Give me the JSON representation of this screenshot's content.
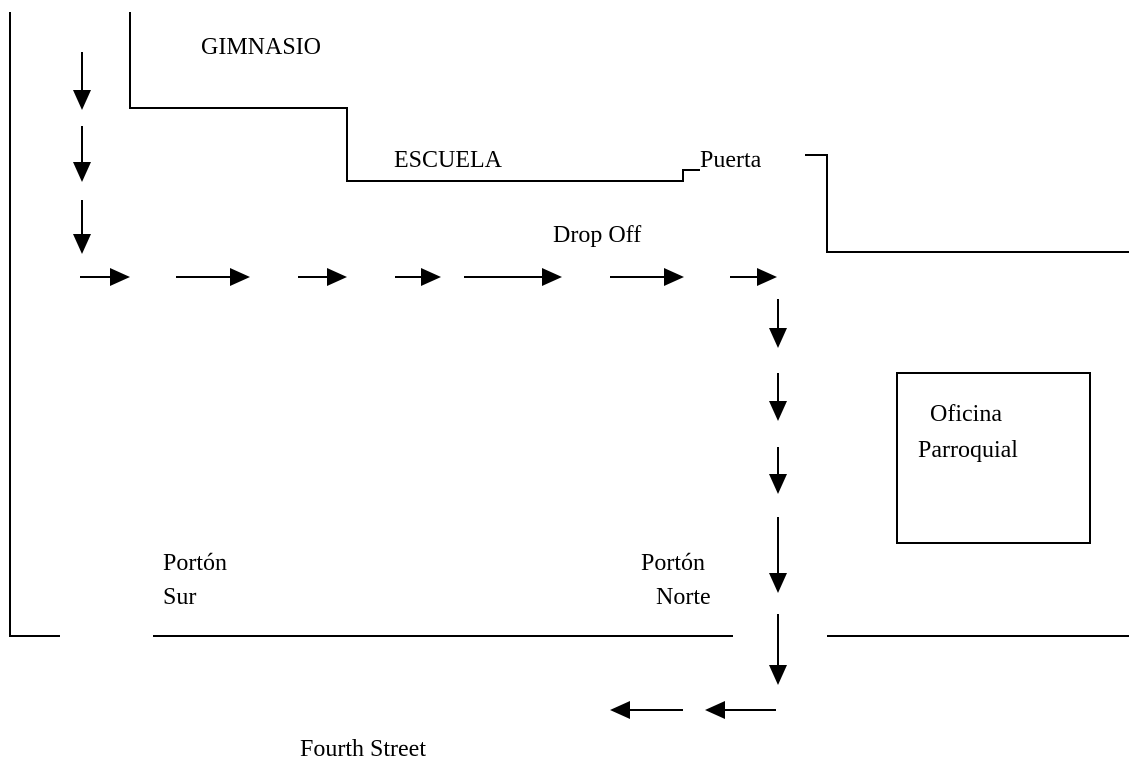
{
  "labels": {
    "gimnasio": "GIMNASIO",
    "escuela": "ESCUELA",
    "puerta": "Puerta",
    "drop_off": "Drop Off",
    "oficina_line1": "Oficina",
    "oficina_line2": "Parroquial",
    "porton_sur_line1": "Portón",
    "porton_sur_line2": "Sur",
    "porton_norte_line1": "Portón",
    "porton_norte_line2": "Norte",
    "street": "Fourth Street"
  },
  "colors": {
    "ink": "#000000",
    "background": "#ffffff"
  }
}
